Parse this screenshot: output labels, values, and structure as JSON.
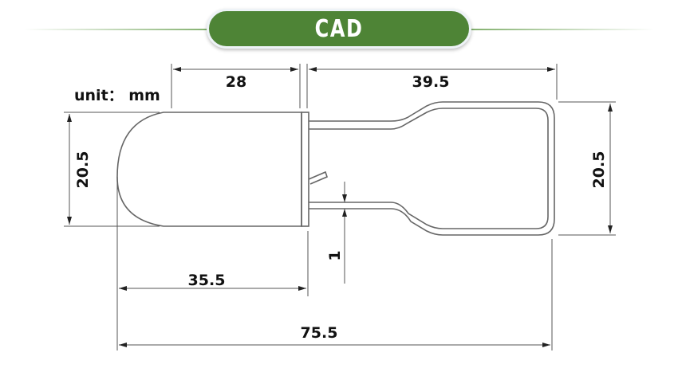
{
  "header": {
    "title": "CAD",
    "accent": "#4e8436"
  },
  "drawing": {
    "unit_label": "unit： mm",
    "dims": {
      "cap_length": "28",
      "loop_length": "39.5",
      "cap_diameter": "20.5",
      "loop_height": "20.5",
      "wire_gap": "1",
      "to_cap_end": "35.5",
      "total_length": "75.5"
    }
  }
}
